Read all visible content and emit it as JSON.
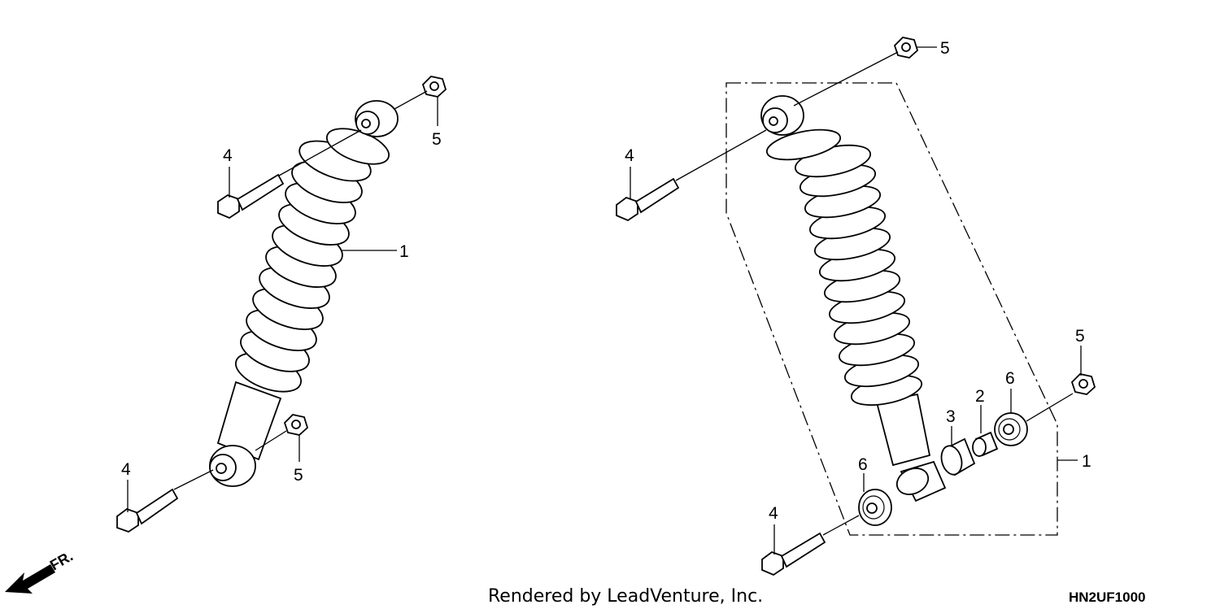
{
  "callouts": {
    "left_bolt_top": "4",
    "left_nut_top": "5",
    "left_shock": "1",
    "left_bolt_bottom": "4",
    "left_nut_bottom": "5",
    "right_nut_top": "5",
    "right_bolt_top": "4",
    "right_nut_side": "5",
    "right_seal_side": "6",
    "right_collar": "2",
    "right_bearing": "3",
    "right_seal_bottom": "6",
    "right_assembly": "1",
    "right_bolt_bottom": "4"
  },
  "direction_label": "FR.",
  "footer": {
    "rendered_by": "Rendered by LeadVenture, Inc.",
    "diagram_code": "HN2UF1000"
  }
}
